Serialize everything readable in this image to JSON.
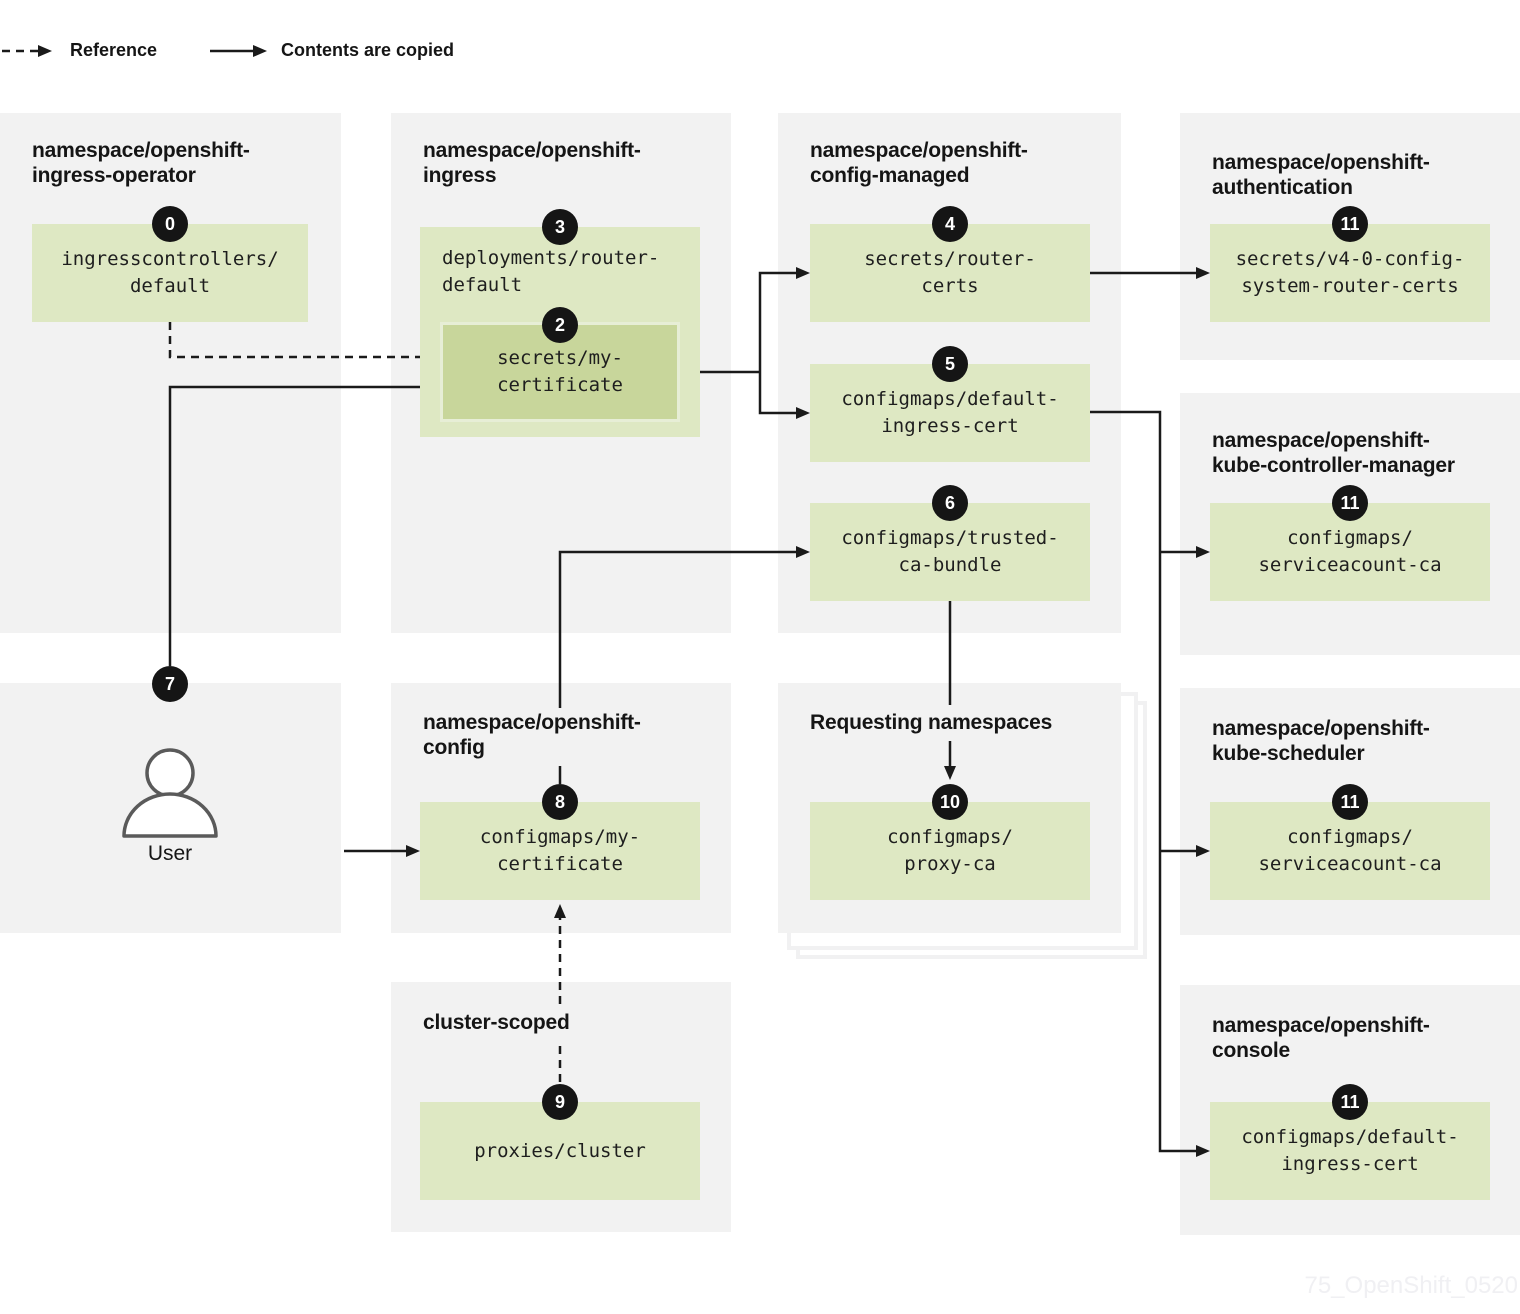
{
  "legend": {
    "reference_label": "Reference",
    "copied_label": "Contents are copied"
  },
  "panels": {
    "ingress_operator": {
      "title": "namespace/openshift-\ningress-operator",
      "box0": {
        "badge": "0",
        "label": "ingresscontrollers/\ndefault"
      }
    },
    "ingress": {
      "title": "namespace/openshift-\ningress",
      "box3": {
        "badge": "3",
        "label": "deployments/router-\ndefault"
      },
      "box2": {
        "badge": "2",
        "label": "secrets/my-\ncertificate"
      }
    },
    "config_managed": {
      "title": "namespace/openshift-\nconfig-managed",
      "box4": {
        "badge": "4",
        "label": "secrets/router-\ncerts"
      },
      "box5": {
        "badge": "5",
        "label": "configmaps/default-\ningress-cert"
      },
      "box6": {
        "badge": "6",
        "label": "configmaps/trusted-\nca-bundle"
      }
    },
    "authentication": {
      "title": "namespace/openshift-\nauthentication",
      "box11": {
        "badge": "11",
        "label": "secrets/v4-0-config-\nsystem-router-certs"
      }
    },
    "kube_controller_manager": {
      "title": "namespace/openshift-\nkube-controller-manager",
      "box11": {
        "badge": "11",
        "label": "configmaps/\nserviceacount-ca"
      }
    },
    "kube_scheduler": {
      "title": "namespace/openshift-\nkube-scheduler",
      "box11": {
        "badge": "11",
        "label": "configmaps/\nserviceacount-ca"
      }
    },
    "console": {
      "title": "namespace/openshift-\nconsole",
      "box11": {
        "badge": "11",
        "label": "configmaps/default-\ningress-cert"
      }
    },
    "user_panel": {
      "badge": "7",
      "user_label": "User"
    },
    "config": {
      "title": "namespace/openshift-\nconfig",
      "box8": {
        "badge": "8",
        "label": "configmaps/my-\ncertificate"
      }
    },
    "requesting": {
      "title": "Requesting namespaces",
      "box10": {
        "badge": "10",
        "label": "configmaps/\nproxy-ca"
      }
    },
    "cluster_scoped": {
      "title": "cluster-scoped",
      "box9": {
        "badge": "9",
        "label": "proxies/cluster"
      }
    }
  },
  "watermark": "75_OpenShift_0520",
  "colors": {
    "panel_gray": "#f2f2f2",
    "box_green": "#dee8c3",
    "box_green_dark": "#c8d69b",
    "badge_black": "#151515",
    "line_black": "#1a1a1a"
  }
}
